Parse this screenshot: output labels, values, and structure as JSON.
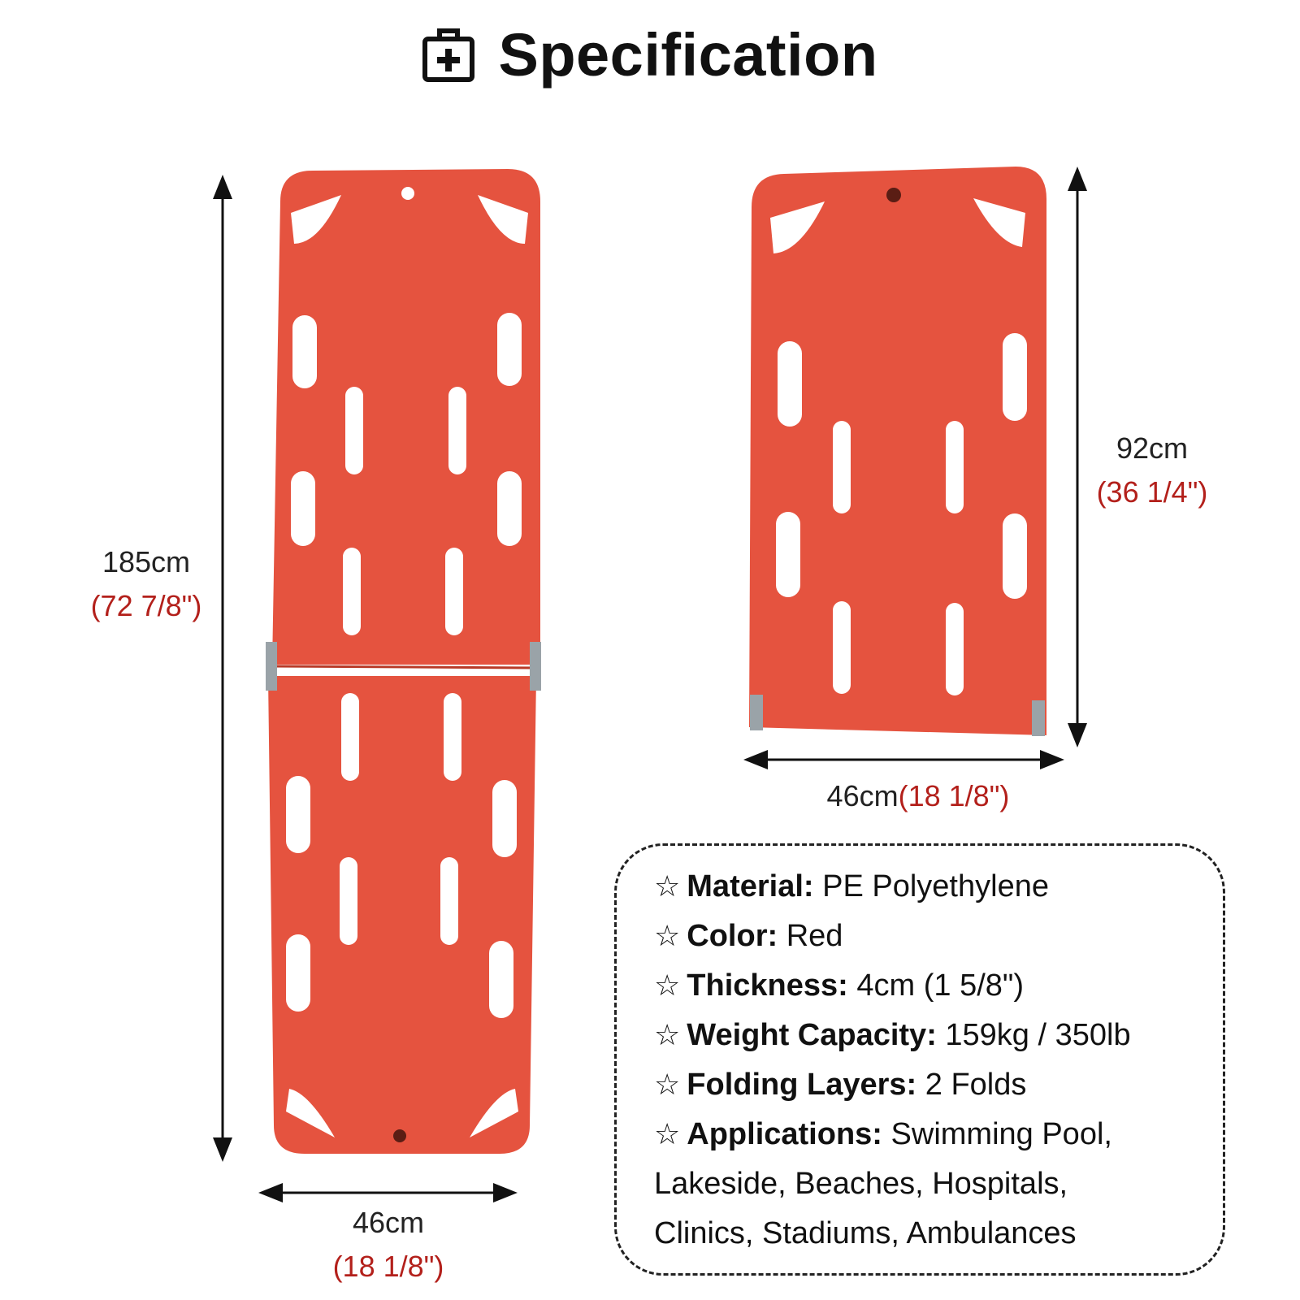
{
  "header": {
    "title": "Specification",
    "icon": "first-aid-kit-icon"
  },
  "colors": {
    "board": "#e5533f",
    "board_edge": "#cf432f",
    "imperial_text": "#b3201b",
    "hinge": "#9aa3a8"
  },
  "unfolded": {
    "length_metric": "185cm",
    "length_imperial": "(72 7/8\")",
    "width_metric": "46cm",
    "width_imperial": "(18 1/8\")"
  },
  "folded": {
    "length_metric": "92cm",
    "length_imperial": "(36 1/4\")",
    "width_metric": "46cm",
    "width_imperial": "(18 1/8\")"
  },
  "specs": {
    "star": "☆",
    "items": [
      {
        "label": "Material:",
        "value": "PE Polyethylene"
      },
      {
        "label": "Color:",
        "value": "Red"
      },
      {
        "label": "Thickness:",
        "value": "4cm (1 5/8\")"
      },
      {
        "label": "Weight Capacity:",
        "value": "159kg / 350lb"
      },
      {
        "label": "Folding Layers:",
        "value": "2 Folds"
      },
      {
        "label": "Applications:",
        "value": "Swimming Pool,"
      }
    ],
    "continuation": [
      "Lakeside, Beaches, Hospitals,",
      "Clinics, Stadiums, Ambulances"
    ]
  }
}
